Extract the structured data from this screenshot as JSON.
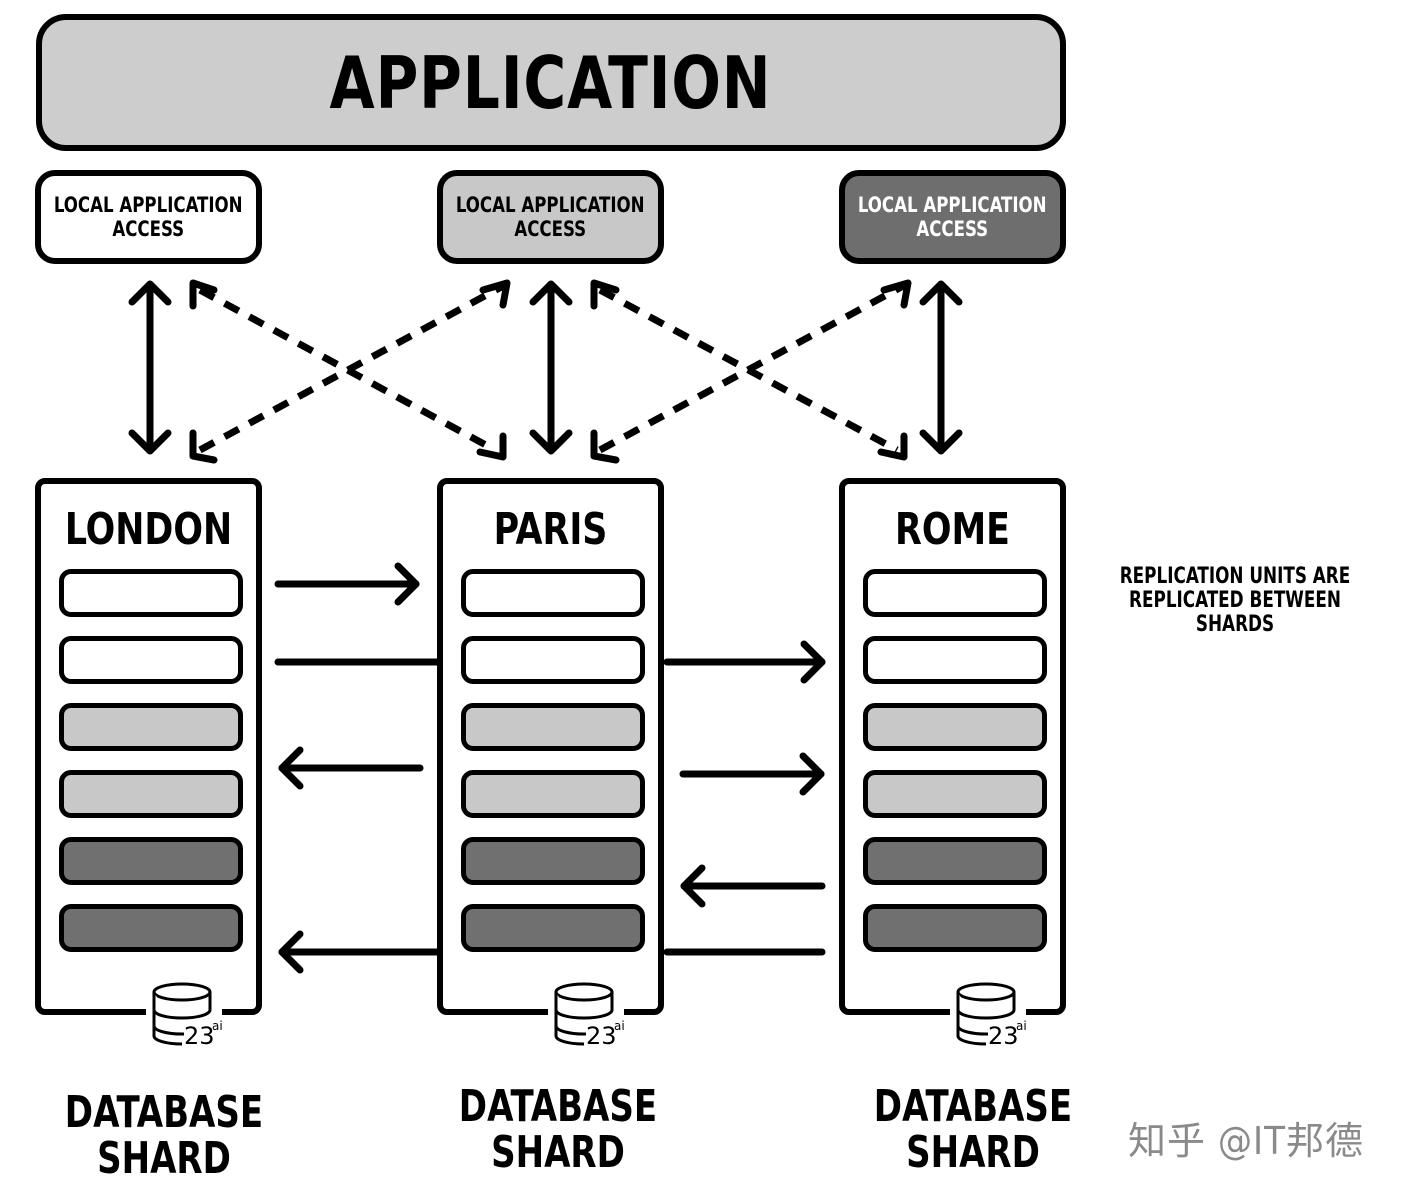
{
  "application": {
    "title": "APPLICATION"
  },
  "access_boxes": [
    {
      "label": "LOCAL APPLICATION\nACCESS",
      "fill": "#ffffff",
      "text_color": "#000000"
    },
    {
      "label": "LOCAL APPLICATION\nACCESS",
      "fill": "#c8c8c8",
      "text_color": "#000000"
    },
    {
      "label": "LOCAL APPLICATION\nACCESS",
      "fill": "#6e6e6e",
      "text_color": "#ffffff"
    }
  ],
  "shards": [
    {
      "name": "LONDON",
      "label": "DATABASE\nSHARD",
      "db_badge": "23ai"
    },
    {
      "name": "PARIS",
      "label": "DATABASE\nSHARD",
      "db_badge": "23ai"
    },
    {
      "name": "ROME",
      "label": "DATABASE\nSHARD",
      "db_badge": "23ai"
    }
  ],
  "replication_units": {
    "fills": [
      "#ffffff",
      "#ffffff",
      "#c8c8c8",
      "#c8c8c8",
      "#707070",
      "#707070"
    ]
  },
  "note": "REPLICATION UNITS ARE\nREPLICATED BETWEEN SHARDS",
  "watermark": "知乎 @IT邦德",
  "icons": [
    "database-icon",
    "double-arrow-icon",
    "dashed-arrow-icon",
    "arrow-icon"
  ]
}
